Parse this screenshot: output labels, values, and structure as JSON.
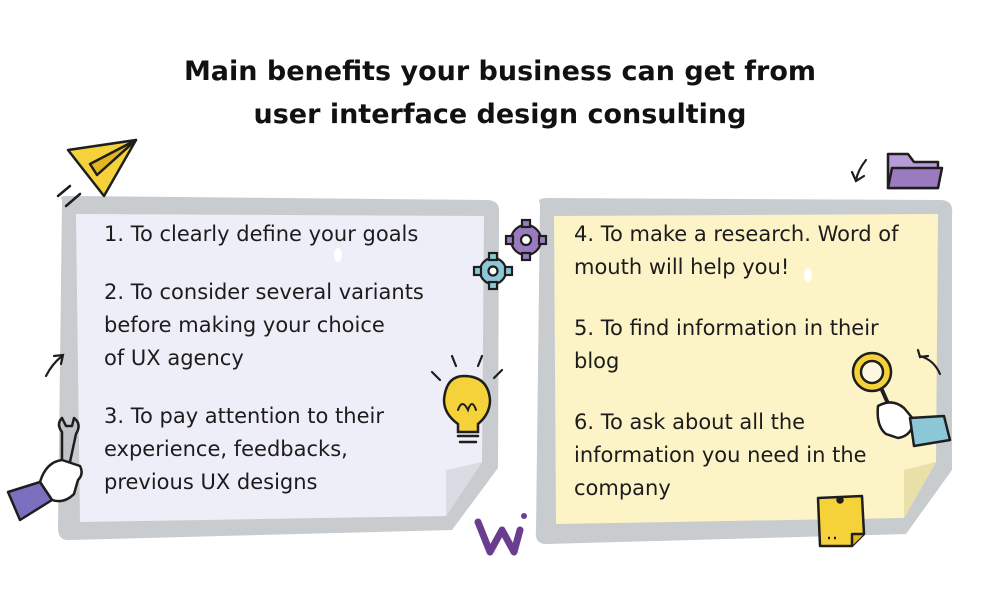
{
  "title": {
    "line1": "Main benefits your business can get from",
    "line2": "user interface design consulting"
  },
  "left_note": {
    "items": [
      {
        "lines": [
          "1. To clearly define your goals"
        ]
      },
      {
        "lines": [
          "2. To consider several variants",
          "before making your choice",
          "of UX agency"
        ]
      },
      {
        "lines": [
          "3. To pay attention to their",
          "experience, feedbacks,",
          "previous UX designs"
        ]
      }
    ]
  },
  "right_note": {
    "items": [
      {
        "lines": [
          "4. To make a research. Word of",
          "mouth will help you!"
        ]
      },
      {
        "lines": [
          "5. To find information in their",
          "blog"
        ]
      },
      {
        "lines": [
          "6. To ask about all the",
          "information you need in the",
          "company"
        ]
      }
    ]
  },
  "colors": {
    "left_note_fill": "#EEEEF8",
    "right_note_fill": "#FCF3C6",
    "note_frame": "#C9CCCF",
    "accent_yellow": "#F6D23A",
    "accent_purple": "#9B7BC0",
    "accent_blue": "#8CC7D8",
    "outline": "#1E1E1E"
  },
  "icons": [
    "paper-plane-icon",
    "folder-icon",
    "gear-icon",
    "lightbulb-icon",
    "wrench-hand-icon",
    "magnifier-hand-icon",
    "sticky-note-icon",
    "logo-icon",
    "arrow-icon"
  ]
}
